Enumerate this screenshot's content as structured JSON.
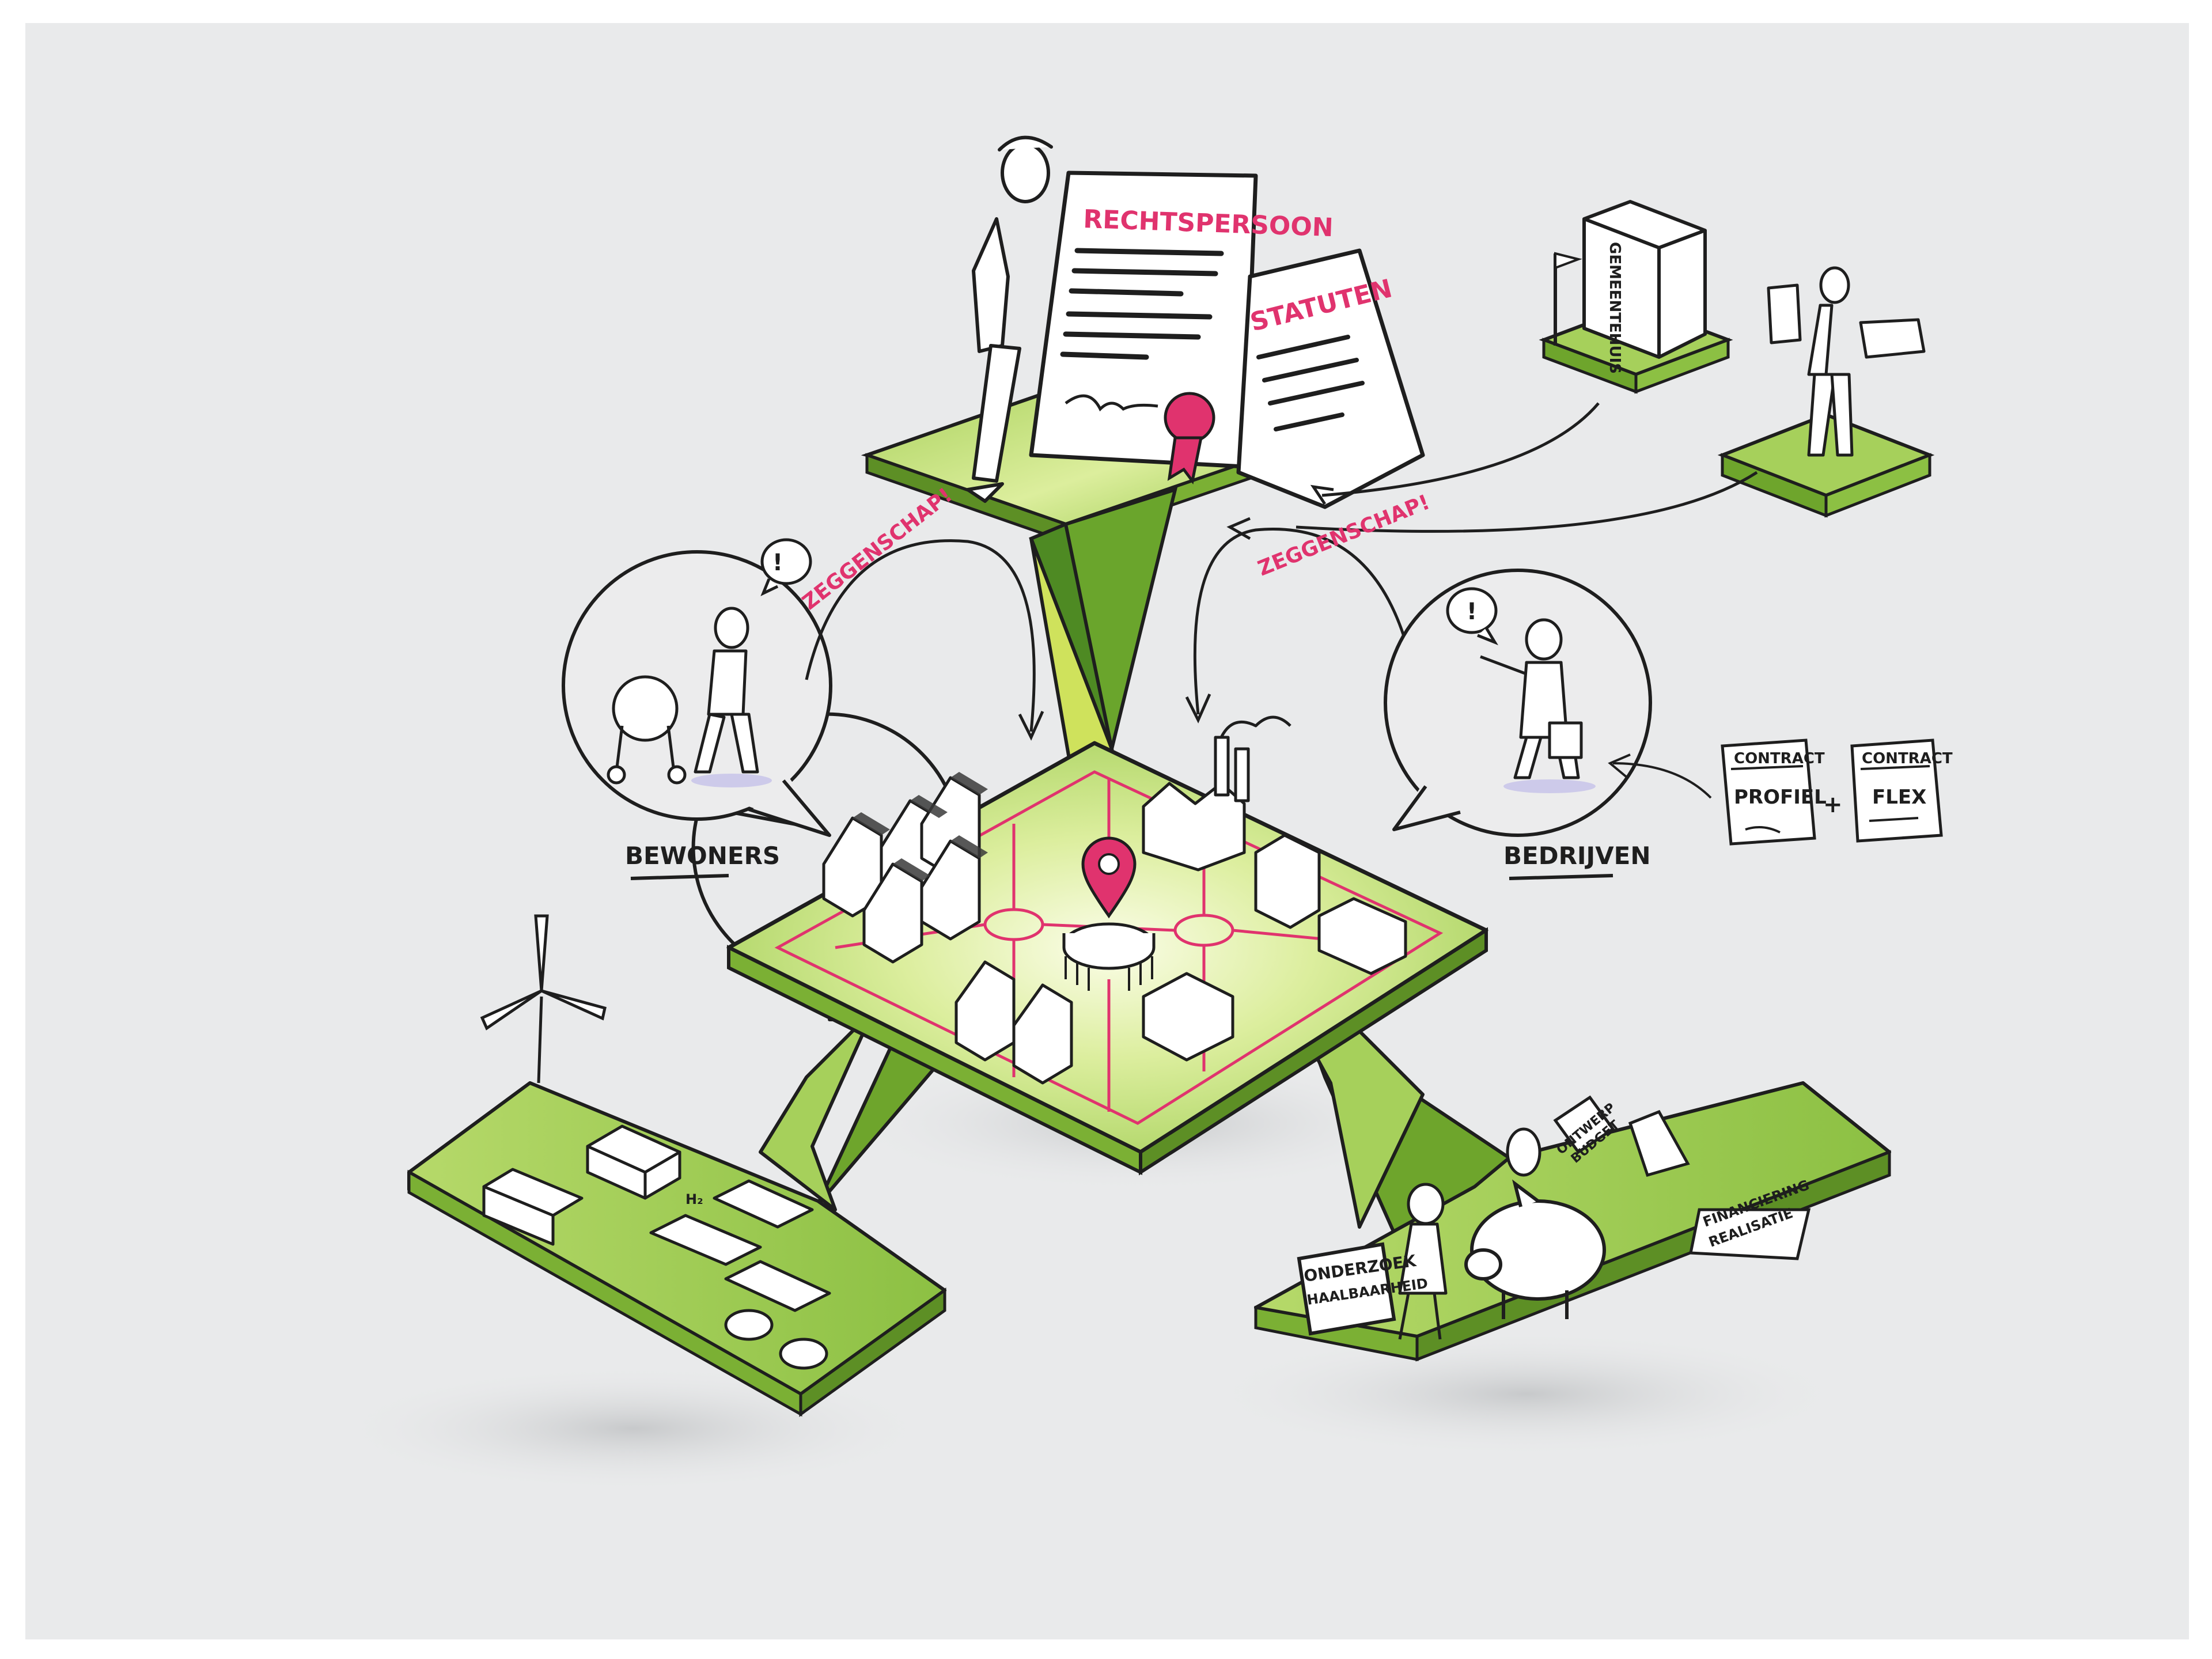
{
  "labels": {
    "rechtspersoon": "RECHTSPERSOON",
    "statuten": "STATUTEN",
    "zeggenschap_left": "ZEGGENSCHAP!",
    "zeggenschap_right": "ZEGGENSCHAP!",
    "bewoners": "BEWONERS",
    "bedrijven": "BEDRIJVEN",
    "gemeentehuis": "GEMEENTEHUIS",
    "contract_label_1": "CONTRACT",
    "contract_profiel": "PROFIEL",
    "contract_label_2": "CONTRACT",
    "contract_flex": "FLEX",
    "plus": "+",
    "speech_bubble": "!",
    "onderzoek": "ONDERZOEK",
    "haalbaarheid": "HAALBAARHEID",
    "ontwerp": "ONTWERP",
    "budget": "BUDGET",
    "financiering": "FINANCIERING",
    "realisatie": "REALISATIE",
    "h2": "H₂"
  },
  "colors": {
    "background": "#e9eaeb",
    "frame": "#ffffff",
    "platform_green": "#9ccb52",
    "platform_light": "#d9ec9a",
    "platform_side": "#6fa32a",
    "accent_pink": "#e0336e",
    "ink": "#1e1e1e"
  },
  "icons": {
    "location_pin": "map-pin-icon",
    "wind_turbine": "wind-turbine-icon",
    "piggy_bank": "piggy-bank-icon",
    "seal": "wax-seal-icon",
    "factory": "factory-icon"
  }
}
